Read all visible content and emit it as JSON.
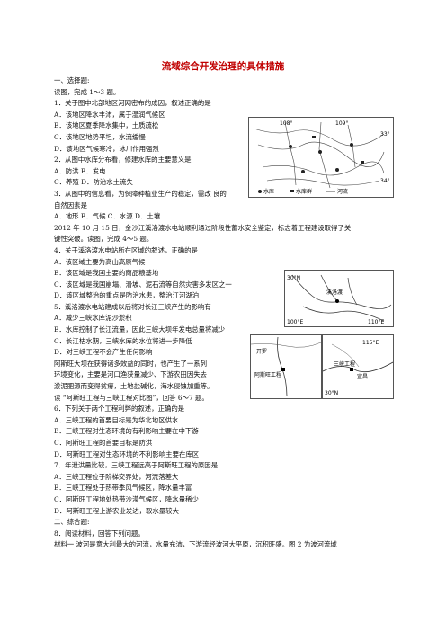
{
  "title": "流域综合开发治理的具体措施",
  "lines": [
    "一、选择题:",
    "读图，完成 1～3 题。",
    "1．关于图中北部地区河网密布的成因，叙述正确的是",
    "A．该地区降水丰沛，属于湿润气候区",
    "B．该地区夏季降水集中，土质疏松",
    "C．该地区地势平坦，水流缓慢",
    "D．该地区气候寒冷，冰川作用强烈",
    "2．从图中水库分布看，修建水库的主要意义是",
    "A．防洪      B．发电",
    "C．养殖      D．防治水土流失",
    "3．从图中的信息看，为保障种植业生产的稳定，需改                                     良的",
    "自然因素是",
    "A．地形    B．气候    C．水源    D．土壤",
    "2012 年 10 月 15 日，金沙江溪洛渡水电站顺利通过阶段性蓄水安全鉴定，标志着工程建设取得了关",
    "键性突破。读图，完成 4～5 题。",
    "4．关于溪洛渡水电站所在区域的叙述，正确的是",
    "A．该区域主要为高山高原气候",
    "B．该区域是我国主要的商品粮基地",
    "C．该区域是我国崩塌、滑坡、泥石流等自然灾害多发区之一",
    "D．该区域整治的重点是防治水患，整治江河湖泊",
    "5．溪洛渡水电站建成以后将对长江三峡产生的影响有",
    "A．减少三峡水库泥沙淤积",
    "B．水库控制了长江流量，因此三峡大坝年发电总量将减少",
    "C．长江枯水期，三峡水库的水位将进一步降低",
    "D．对三峡工程不会产生任何影响",
    "阿斯旺大坝在获得诸多效益的同时，也产生了一系列",
    "环境变化，主要是河口渔获量减少、下游农田因失去",
    "淤泥肥源而变得贫瘠，土地盐碱化，海水侵蚀加重等。",
    "读 “阿斯旺工程与三峡工程对比图”，回答 6～7 题。",
    "6．下列关于两个工程利弊的叙述，正确的是",
    "A．三峡工程的首要目标是为华北地区供水",
    "B．三峡工程对生态环境的有利影响主要在中下游",
    "C．阿斯旺工程的首要目标是防洪",
    "D．阿斯旺工程对生态环境的不利影响主要在库区",
    "7．年泄洪量比较，三峡工程远高于阿斯旺工程的原因是",
    "A．三峡工程位于阶梯交界处，河流落差大",
    "B．三峡工程处于热带季风气候区，降水量丰富",
    "C．阿斯旺工程地处热带沙漠气候区，降水量稀少",
    "D．阿斯旺工程上游农业发达，取水量较大",
    "二、综合题:",
    "8．阅读材料，回答下列问题。",
    "材料一   波河是意大利最大的河流，水量充沛，下游流经波河大平原，沉积旺盛。图 2 为波河流域"
  ],
  "map1": {
    "lon_a": "108°",
    "lon_b": "109°",
    "lat_top": "33°",
    "lat_bot": "34°",
    "legend": [
      "水库",
      "水库群",
      "河流"
    ]
  },
  "map2": {
    "lat": "30°N",
    "lon_a": "100°E",
    "lon_b": "110°E",
    "label": "溪洛渡"
  },
  "map3": {
    "nile": "开罗",
    "aswan": "阿斯旺工程",
    "lon": "115°E",
    "lat": "30°N",
    "sanxia": "三峡工程",
    "yichang": "宜昌"
  }
}
